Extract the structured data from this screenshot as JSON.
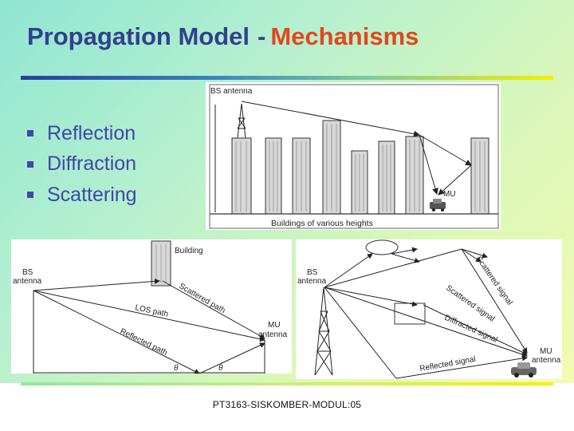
{
  "slide": {
    "title_main": "Propagation Model",
    "title_dash": "-",
    "title_accent": "Mechanisms",
    "bullets": [
      "Reflection",
      "Diffraction",
      "Scattering"
    ],
    "footer": "PT3163-SISKOMBER-MODUL:05"
  },
  "figure_top": {
    "bs_label": "BS antenna",
    "mu_label": "MU",
    "caption": "Buildings of various heights"
  },
  "figure_left": {
    "bs_label_line1": "BS",
    "bs_label_line2": "antenna",
    "building_label": "Building",
    "scattered_path": "Scattered path",
    "los_path": "LOS path",
    "reflected_path": "Reflected path",
    "mu_label_line1": "MU",
    "mu_label_line2": "antenna",
    "theta": "θ"
  },
  "figure_right": {
    "bs_label_line1": "BS",
    "bs_label_line2": "antenna",
    "scattered_signal_1": "Scattered signal",
    "scattered_signal_2": "Scattered signal",
    "diffracted_signal": "Diffracted signal",
    "reflected_signal": "Reflected signal",
    "mu_label_line1": "MU",
    "mu_label_line2": "antenna"
  },
  "colors": {
    "title_blue": "#333f8f",
    "title_orange": "#e2471d",
    "bullet_blue": "#3f47a8"
  }
}
